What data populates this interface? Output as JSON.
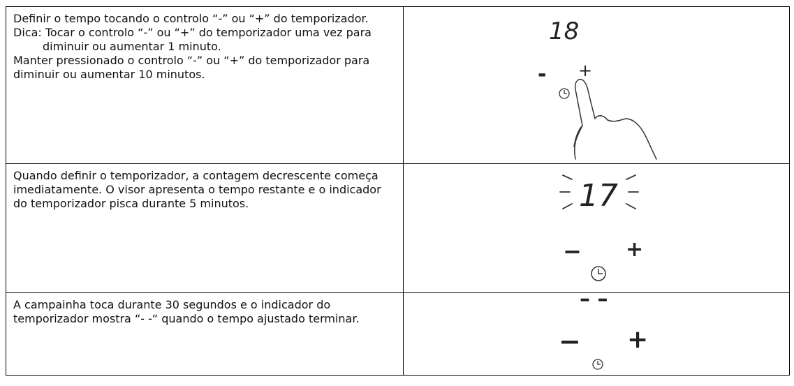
{
  "rows": [
    {
      "lines": [
        "Definir o tempo tocando o controlo “-” ou “+” do temporizador.",
        "Dica: Tocar o controlo “-” ou “+” do temporizador uma vez para diminuir ou aumentar 1 minuto.",
        "Manter pressionado o controlo “-” ou “+” do temporizador para diminuir ou aumentar 10 minutos."
      ],
      "display_value": "18",
      "minus_label": "-",
      "plus_label": "+"
    },
    {
      "lines": [
        "Quando definir o temporizador, a contagem decrescente começa imediatamente. O visor apresenta o tempo restante e o indicador do temporizador pisca durante 5 minutos."
      ],
      "display_value": "17",
      "minus_label": "−",
      "plus_label": "+"
    },
    {
      "lines": [
        "A campainha toca durante 30 segundos e o indicador do temporizador mostra “- -“ quando o tempo ajustado terminar."
      ],
      "display_value": "– –",
      "minus_label": "−",
      "plus_label": "+"
    }
  ],
  "icons": {
    "timer": "clock-icon",
    "finger": "finger-press-icon",
    "blink": "blink-rays-icon"
  },
  "colors": {
    "border": "#000000",
    "ink": "#222222"
  }
}
